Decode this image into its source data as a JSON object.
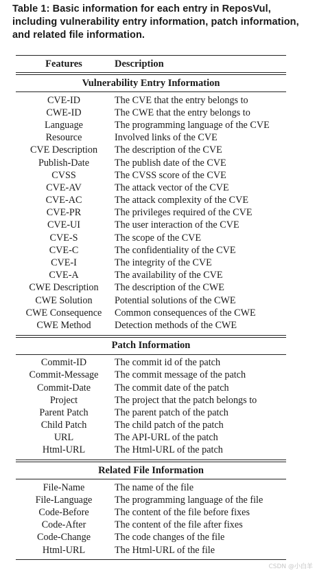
{
  "caption": "Table 1: Basic information for each entry in ReposVul, including vulnerability entry information, patch information, and related file information.",
  "table": {
    "headers": [
      "Features",
      "Description"
    ],
    "sections": [
      {
        "title": "Vulnerability Entry Information",
        "rows": [
          [
            "CVE-ID",
            "The CVE that the entry belongs to"
          ],
          [
            "CWE-ID",
            "The CWE that the entry belongs to"
          ],
          [
            "Language",
            "The programming language of the CVE"
          ],
          [
            "Resource",
            "Involved links of the CVE"
          ],
          [
            "CVE Description",
            "The description of the CVE"
          ],
          [
            "Publish-Date",
            "The publish date of the CVE"
          ],
          [
            "CVSS",
            "The CVSS score of the CVE"
          ],
          [
            "CVE-AV",
            "The attack vector of the CVE"
          ],
          [
            "CVE-AC",
            "The attack complexity of the CVE"
          ],
          [
            "CVE-PR",
            "The privileges required of the CVE"
          ],
          [
            "CVE-UI",
            "The user interaction of the CVE"
          ],
          [
            "CVE-S",
            "The scope of the CVE"
          ],
          [
            "CVE-C",
            "The confidentiality of the CVE"
          ],
          [
            "CVE-I",
            "The integrity of the CVE"
          ],
          [
            "CVE-A",
            "The availability of the CVE"
          ],
          [
            "CWE Description",
            "The description of the CWE"
          ],
          [
            "CWE Solution",
            "Potential solutions of the CWE"
          ],
          [
            "CWE Consequence",
            "Common consequences of the CWE"
          ],
          [
            "CWE Method",
            "Detection methods of the CWE"
          ]
        ]
      },
      {
        "title": "Patch Information",
        "rows": [
          [
            "Commit-ID",
            "The commit id of the patch"
          ],
          [
            "Commit-Message",
            "The commit message of the patch"
          ],
          [
            "Commit-Date",
            "The commit date of the patch"
          ],
          [
            "Project",
            "The project that the patch belongs to"
          ],
          [
            "Parent Patch",
            "The parent patch of the patch"
          ],
          [
            "Child Patch",
            "The child patch of the patch"
          ],
          [
            "URL",
            "The API-URL of the patch"
          ],
          [
            "Html-URL",
            "The Html-URL of the patch"
          ]
        ]
      },
      {
        "title": "Related File Information",
        "rows": [
          [
            "File-Name",
            "The name of the file"
          ],
          [
            "File-Language",
            "The programming language of the file"
          ],
          [
            "Code-Before",
            "The content of the file before fixes"
          ],
          [
            "Code-After",
            "The content of the file after fixes"
          ],
          [
            "Code-Change",
            "The code changes of the file"
          ],
          [
            "Html-URL",
            "The Html-URL of the file"
          ]
        ]
      }
    ]
  },
  "watermark": "CSDN @小白羊"
}
